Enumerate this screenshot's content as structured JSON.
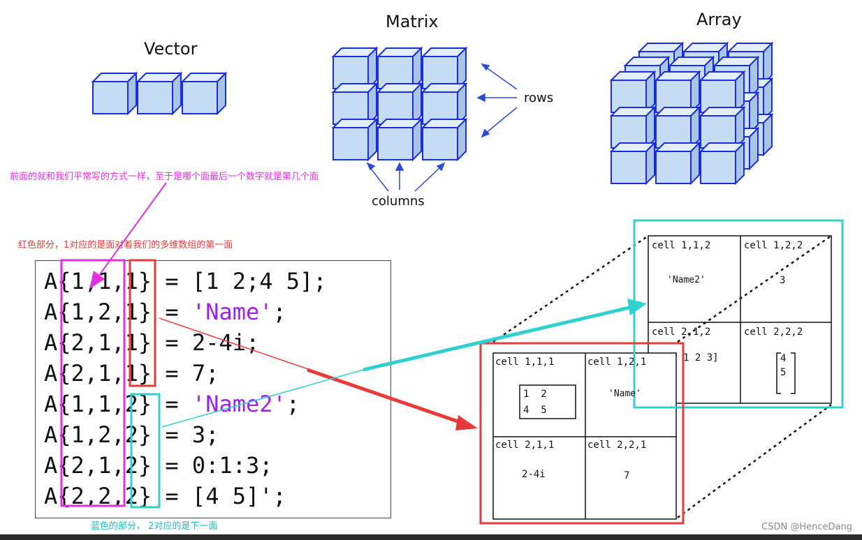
{
  "titles": {
    "vector": "Vector",
    "matrix": "Matrix",
    "array": "Array"
  },
  "labels": {
    "rows": "rows",
    "columns": "columns"
  },
  "notes": {
    "top": "前面的就和我们平常写的方式一样，至于是哪个面最后一个数字就是第几个面",
    "red": "红色部分，1对应的是面对着我们的多维数组的第一面",
    "blue": "蓝色的部分， 2对应的是下一面"
  },
  "code": [
    {
      "pre": "A{1,1,1} = [1 2;4 5];",
      "str": "",
      "post": ""
    },
    {
      "pre": "A{1,2,1} = ",
      "str": "'Name'",
      "post": ";"
    },
    {
      "pre": "A{2,1,1} = 2-4i;",
      "str": "",
      "post": ""
    },
    {
      "pre": "A{2,1,1} = 7;",
      "str": "",
      "post": ""
    },
    {
      "pre": "A{1,1,2} = ",
      "str": "'Name2'",
      "post": ";"
    },
    {
      "pre": "A{1,2,2} = 3;",
      "str": "",
      "post": ""
    },
    {
      "pre": "A{2,1,2} = 0:1:3;",
      "str": "",
      "post": ""
    },
    {
      "pre": "A{2,2,2} = [4 5]';",
      "str": "",
      "post": ""
    }
  ],
  "front_page": {
    "cells": [
      "cell 1,1,1",
      "cell 1,2,1",
      "cell 2,1,1",
      "cell 2,2,1"
    ],
    "matrix": [
      "1  2",
      "4  5"
    ],
    "name": "'Name'",
    "complex": "2-4i",
    "seven": "7"
  },
  "back_page": {
    "cells": [
      "cell 1,1,2",
      "cell 1,2,2",
      "cell 2,1,2",
      "cell 2,2,2"
    ],
    "name2": "'Name2'",
    "three": "3",
    "range": "1 2 3]",
    "col_top": "4",
    "col_bottom": "5"
  },
  "watermark": "CSDN @HenceDang",
  "colors": {
    "magenta": "#e030e0",
    "red": "#e83a3a",
    "cyan": "#30d0d0",
    "cube_face": "#c6dcf4",
    "cube_edge": "#1a2ee0"
  }
}
